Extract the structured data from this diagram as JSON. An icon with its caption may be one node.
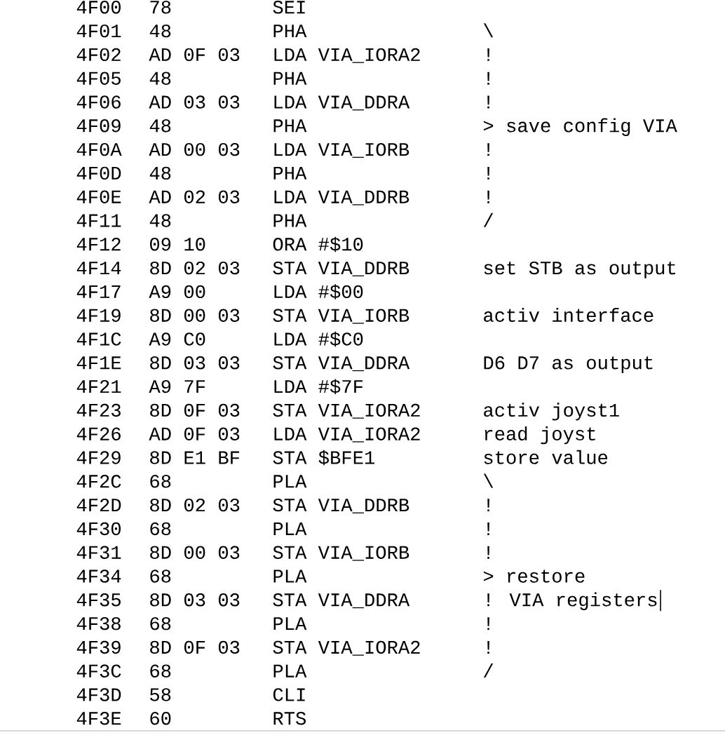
{
  "diagram": {
    "labels": [
      "4F00",
      "78",
      "SEI",
      "4F01",
      "48",
      "PHA",
      "\\",
      "4F02",
      "AD 0F 03",
      "LDA VIA_IORA2",
      "!",
      "4F05",
      "48",
      "PHA",
      "!",
      "4F06",
      "AD 03 03",
      "LDA VIA_DDRA",
      "!",
      "4F09",
      "48",
      "PHA",
      "> save config VIA",
      "4F0A",
      "AD 00 03",
      "LDA VIA_IORB",
      "!",
      "4F0D",
      "48",
      "PHA",
      "!",
      "4F0E",
      "AD 02 03",
      "LDA VIA_DDRB",
      "!",
      "4F11",
      "48",
      "PHA",
      "/",
      "4F12",
      "09 10",
      "ORA #$10",
      "4F14",
      "8D 02 03",
      "STA VIA_DDRB",
      "set STB as output",
      "4F17",
      "A9 00",
      "LDA #$00",
      "4F19",
      "8D 00 03",
      "STA VIA_IORB",
      "activ interface",
      "4F1C",
      "A9 C0",
      "LDA #$C0",
      "4F1E",
      "8D 03 03",
      "STA VIA_DDRA",
      "D6 D7 as output",
      "4F21",
      "A9 7F",
      "LDA #$7F",
      "4F23",
      "8D 0F 03",
      "STA VIA_IORA2",
      "activ joyst1",
      "4F26",
      "AD 0F 03",
      "LDA VIA_IORA2",
      "read joyst",
      "4F29",
      "8D E1 BF",
      "STA $BFE1",
      "store value",
      "4F2C",
      "68",
      "PLA",
      "\\",
      "4F2D",
      "8D 02 03",
      "STA VIA_DDRB",
      "!",
      "4F30",
      "68",
      "PLA",
      "!",
      "4F31",
      "8D 00 03",
      "STA VIA_IORB",
      "!",
      "4F34",
      "68",
      "PLA",
      "> restore",
      "4F35",
      "8D 03 03",
      "STA VIA_DDRA",
      "! VIA registers",
      "4F38",
      "68",
      "PLA",
      "!",
      "4F39",
      "8D 0F 03",
      "STA VIA_IORA2",
      "!",
      "4F3C",
      "68",
      "PLA",
      "/",
      "4F3D",
      "58",
      "CLI",
      "4F3E",
      "60",
      "RTS"
    ]
  }
}
